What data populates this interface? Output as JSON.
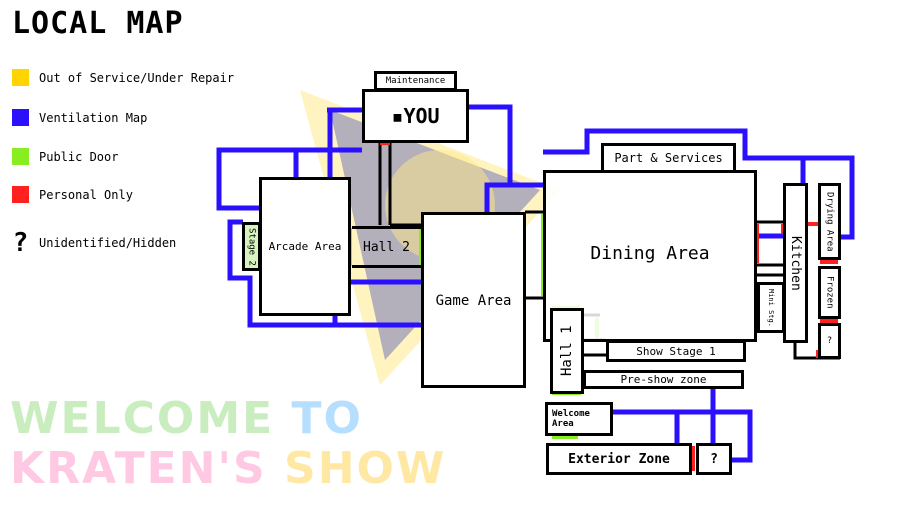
{
  "title": "LOCAL MAP",
  "legend": [
    {
      "label": "Out of Service/Under Repair",
      "color": "#ffd400"
    },
    {
      "label": "Ventilation Map",
      "color": "#2a10ff"
    },
    {
      "label": "Public Door",
      "color": "#88ee22"
    },
    {
      "label": "Personal Only",
      "color": "#ff2020"
    },
    {
      "label": "Unidentified/Hidden",
      "symbol": "?"
    }
  ],
  "watermark": {
    "part1": "WELCOME ",
    "part2": "TO ",
    "part3": "KRATEN'S ",
    "part4": "SHOW"
  },
  "rooms": {
    "maintenance": "Maintenance",
    "you": "▪YOU",
    "arcade": "Arcade Area",
    "stage2": "Stage 2",
    "hall2": "Hall 2",
    "game": "Game Area",
    "dining": "Dining Area",
    "parts": "Part & Services",
    "kitchen": "Kitchen",
    "drying": "Drying Area",
    "frozen": "Frozen",
    "unknown_right": "?",
    "mini": "Mini Stg.",
    "show1": "Show Stage 1",
    "preshow": "Pre-show zone",
    "hall1": "Hall 1",
    "welcome": "Welcome Area",
    "exterior": "Exterior Zone",
    "unknown_bottom": "?"
  },
  "colors": {
    "vent": "#2a10ff",
    "door_public": "#88ee22",
    "door_staff": "#ff2020",
    "repair": "#ffd400"
  }
}
